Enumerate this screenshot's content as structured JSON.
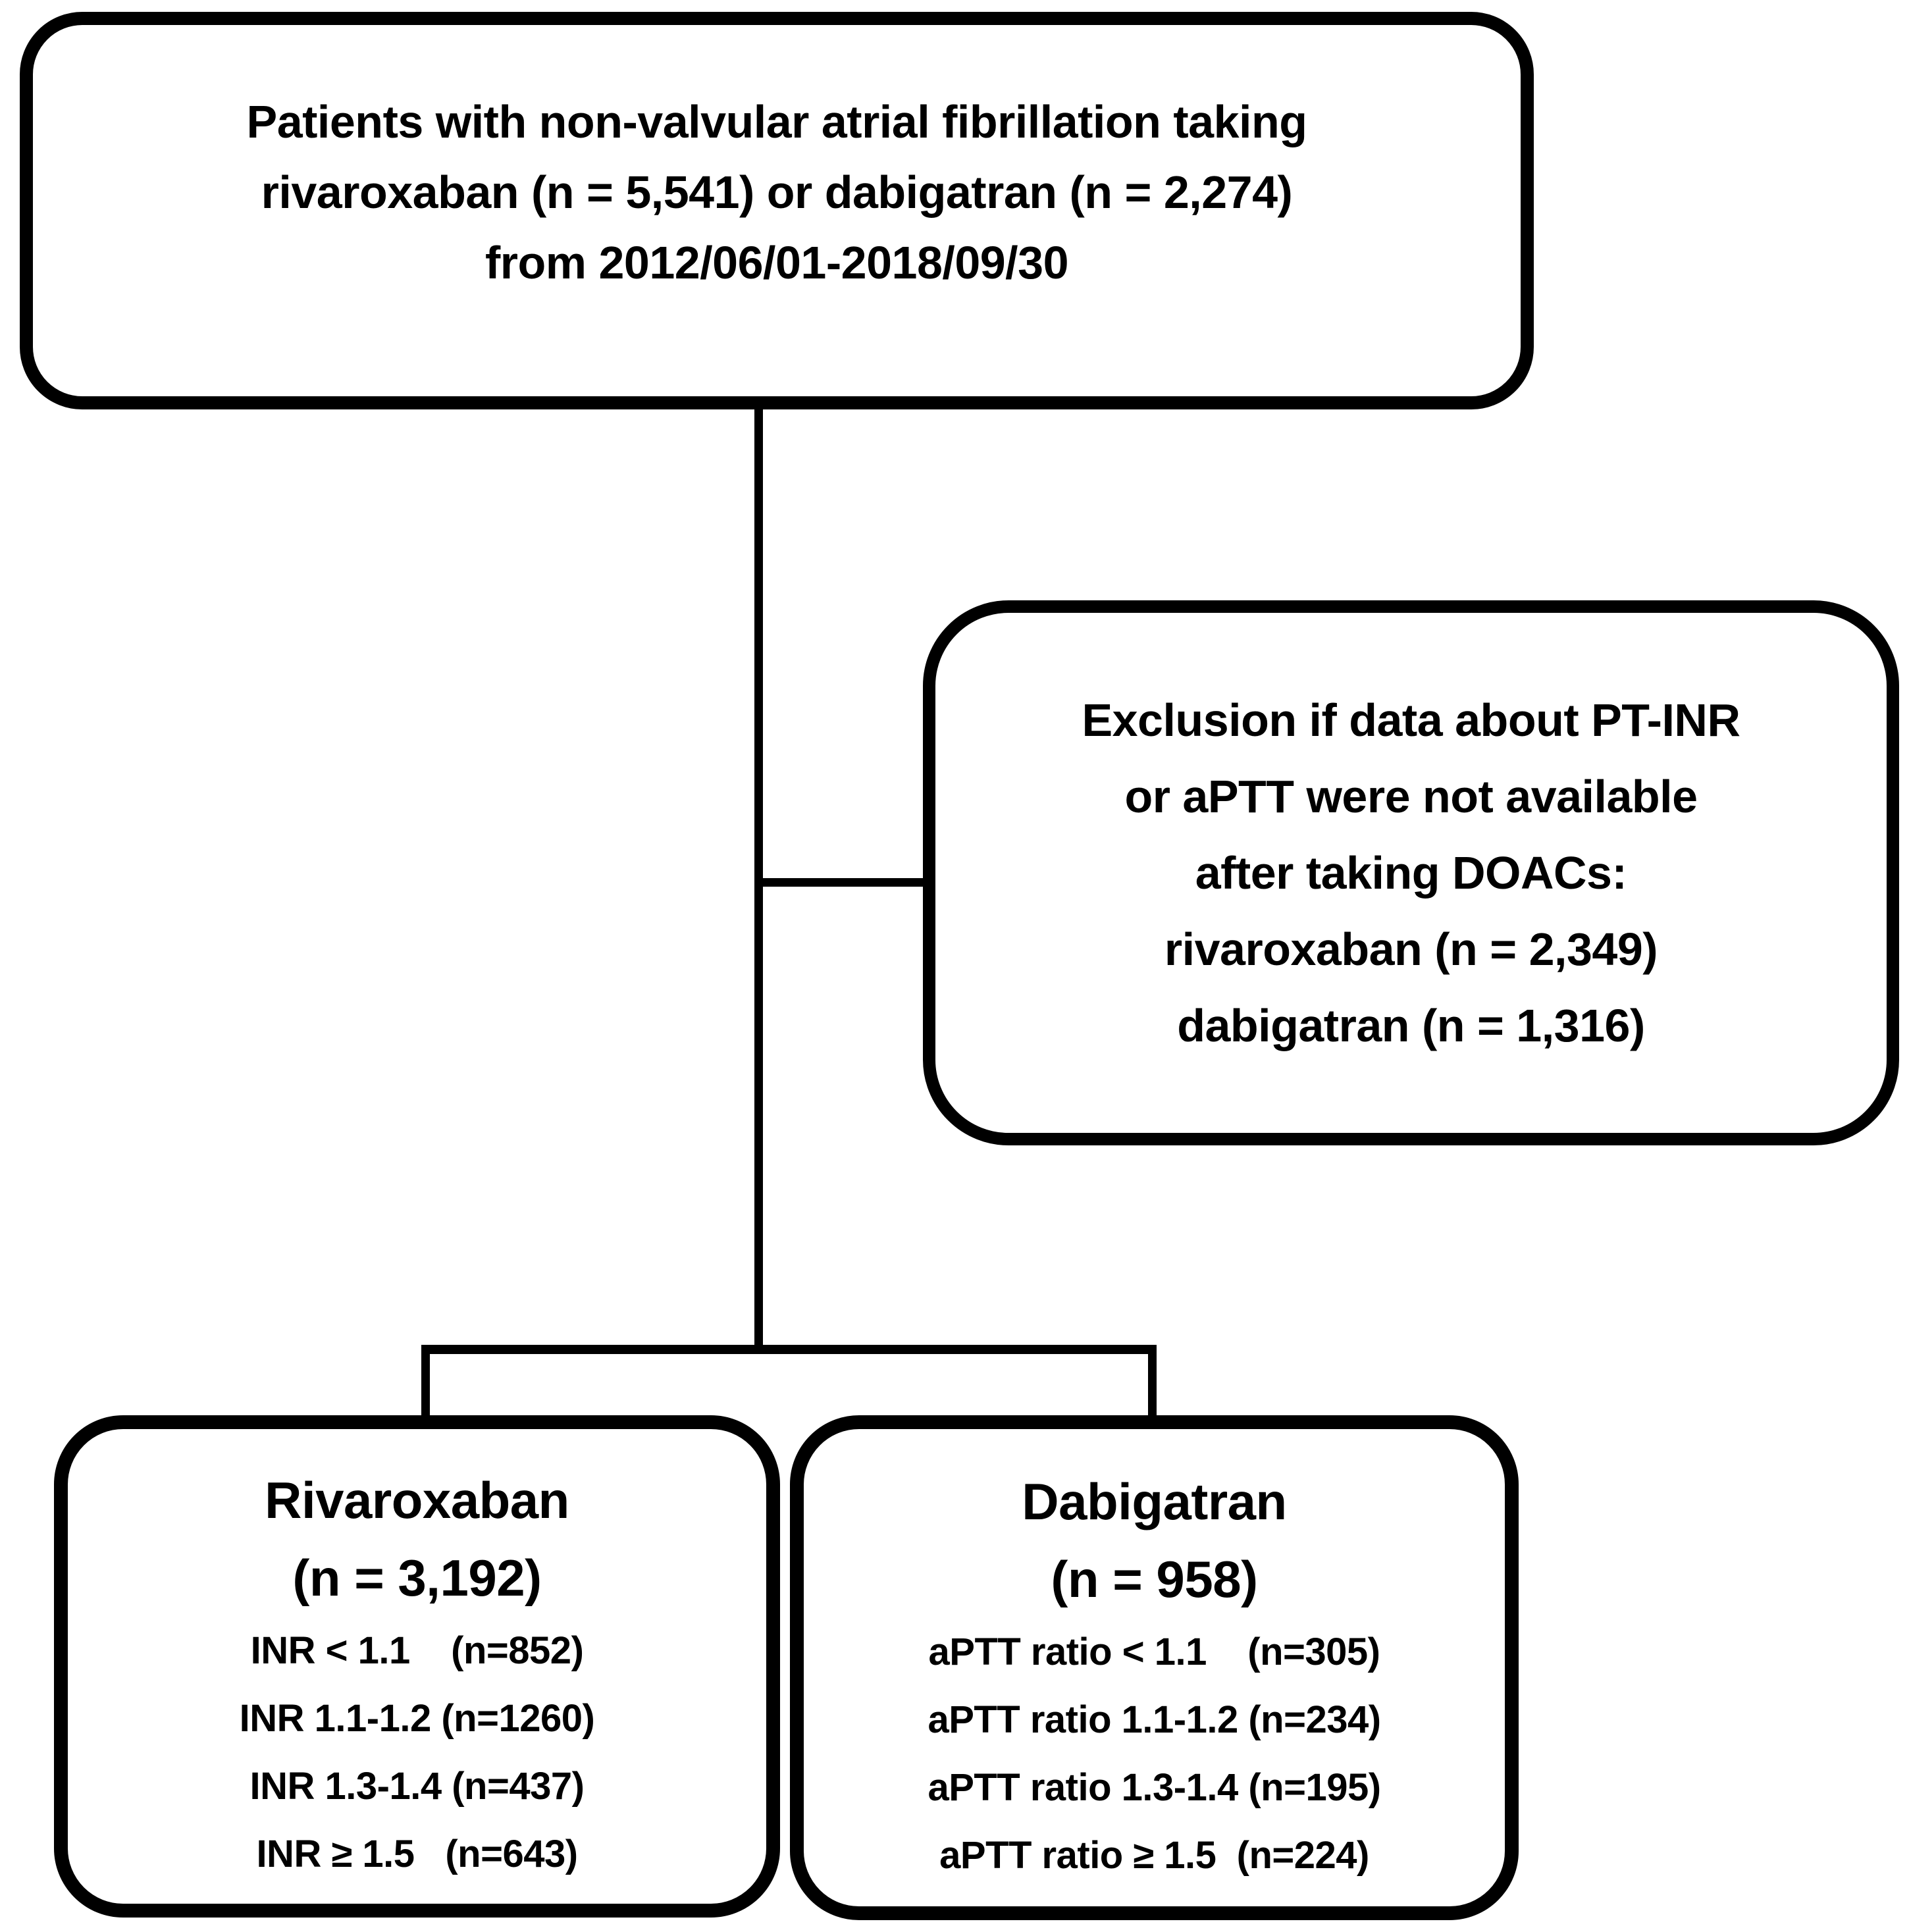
{
  "canvas": {
    "background": "#ffffff",
    "ink": "#000000"
  },
  "boxes": {
    "enrollment": {
      "lines": [
        "Patients with non-valvular atrial fibrillation taking",
        "rivaroxaban (n = 5,541) or dabigatran (n = 2,274)",
        "from 2012/06/01-2018/09/30"
      ]
    },
    "exclusion": {
      "lines": [
        "Exclusion if data about PT-INR",
        "or aPTT were not available",
        "after taking DOACs:",
        "rivaroxaban (n = 2,349)",
        "dabigatran (n = 1,316)"
      ]
    },
    "rivaroxaban": {
      "title": "Rivaroxaban",
      "subtitle": "(n = 3,192)",
      "items": [
        "INR < 1.1    (n=852)",
        "INR 1.1-1.2 (n=1260)",
        "INR 1.3-1.4 (n=437)",
        "INR ≥ 1.5   (n=643)"
      ]
    },
    "dabigatran": {
      "title": "Dabigatran",
      "subtitle": "(n = 958)",
      "items": [
        "aPTT ratio < 1.1    (n=305)",
        "aPTT ratio 1.1-1.2 (n=234)",
        "aPTT ratio 1.3-1.4 (n=195)",
        "aPTT ratio ≥ 1.5  (n=224)"
      ]
    }
  }
}
